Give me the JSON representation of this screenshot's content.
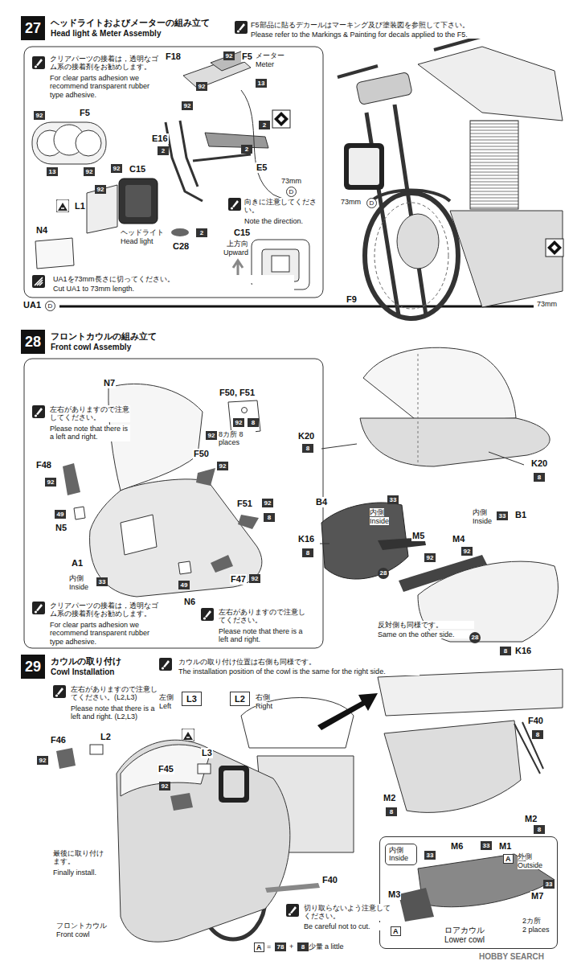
{
  "diagram": {
    "nodes": [
      {
        "text": [
          "27",
          "ヘッドライトおよびメーターの組み立て",
          "Head light & Meter Assembly"
        ]
      },
      {
        "text": [
          "28",
          "フロントカウルの組み立て",
          "Front cowl Assembly"
        ]
      },
      {
        "text": [
          "29",
          "カウルの取り付け",
          "Cowl Installation"
        ]
      },
      {
        "text": [
          "L3"
        ]
      },
      {
        "text": [
          "L2"
        ]
      },
      {
        "text": [
          "ロアカウル Lower cowl"
        ]
      },
      {
        "text": [
          "内側 Inside"
        ],
        "in": 5
      }
    ],
    "labels": [
      "F5部品に貼るデカールはマーキング及び塗装図を参照して下さい。",
      "Please refer to the Markings & Painting for decals applied to the F5.",
      "F18",
      "92",
      "F5",
      "メーター",
      "Meter",
      "13",
      "92",
      "92",
      "F5",
      "92",
      "13",
      "92",
      "E16",
      "2",
      "92",
      "C15",
      "92",
      "L1",
      "N4",
      "ヘッドライト",
      "Head light",
      "C28",
      "2",
      "2",
      "2",
      "E5",
      "73mm",
      "D",
      "向きに注意してください。",
      "Note the direction.",
      "C15",
      "上方向",
      "Upward",
      "UA1を73mm長さに切ってください。",
      "Cut UA1 to 73mm length.",
      "UA1",
      "D",
      "73mm",
      "73mm",
      "D",
      "F9",
      "N7",
      "F50, F51",
      "92",
      "8",
      "92",
      "8カ所 8 places",
      "左右がありますので注意してください。",
      "Please note that there is a left and right.",
      "F48",
      "92",
      "F50",
      "92",
      "F51",
      "92",
      "8",
      "49",
      "N5",
      "A1",
      "内側",
      "Inside",
      "33",
      "F47",
      "92",
      "49",
      "N6",
      "クリアパーツの接着は，透明なゴム系の接着剤をお勧めします。",
      "For clear parts adhesion we recommend transparent rubber type adhesive.",
      "左右がありますので注意してください。",
      "Please note that there is a left and right.",
      "K20",
      "8",
      "K20",
      "8",
      "B4",
      "33",
      "内側",
      "Inside",
      "M5",
      "92",
      "K16",
      "8",
      "M4",
      "92",
      "内側",
      "Inside",
      "33",
      "B1",
      "28",
      "反対側も同様です。",
      "Same on the other side.",
      "28",
      "8",
      "K16",
      "カウルの取り付け位置は右側も同様です。",
      "The installation position of the cowl is the same for the right side.",
      "左右がありますので注意してください。(L2,L3)",
      "Please note that there is a left and right. (L2,L3)",
      "左側",
      "Left",
      "右側",
      "Right",
      "F46",
      "92",
      "L2",
      "F45",
      "92",
      "L3",
      "最後に取り付けます。",
      "Finally install.",
      "フロントカウル",
      "Front cowl",
      "F40",
      "切り取らないよう注意してください。",
      "Be careful not to cut.",
      "A",
      "=",
      "78",
      "+",
      "8",
      "少量",
      "a little",
      "F40",
      "8",
      "M2",
      "8",
      "M2",
      "8",
      "33",
      "M6",
      "33",
      "M1",
      "A",
      "外側",
      "Outside",
      "33",
      "M3",
      "M7",
      "2カ所",
      "2 places",
      "A",
      "HOBBY SEARCH",
      "クリアパーツの接着は，透明なゴム系の接着剤をお勧めします。",
      "For clear parts adhesion we recommend transparent rubber type adhesive."
    ]
  }
}
